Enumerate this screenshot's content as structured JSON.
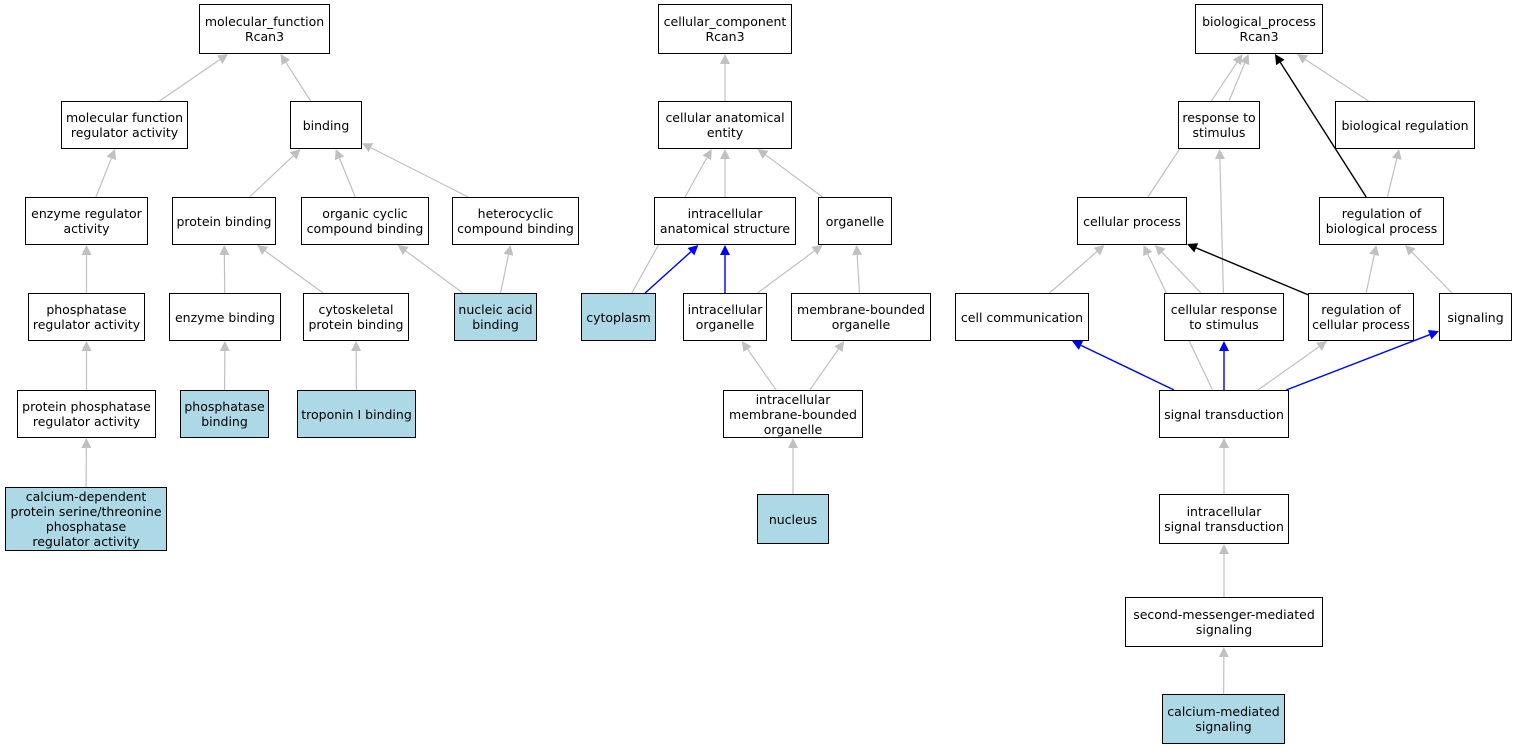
{
  "colors": {
    "highlight_fill": "#add8e6",
    "edge_default": "#c0c0c0",
    "edge_blue": "#0000ff",
    "edge_black": "#000000"
  },
  "nodes": [
    {
      "id": "mf",
      "label": "molecular_function\nRcan3",
      "hl": false
    },
    {
      "id": "mfra",
      "label": "molecular function\nregulator activity",
      "hl": false
    },
    {
      "id": "binding",
      "label": "binding",
      "hl": false
    },
    {
      "id": "era",
      "label": "enzyme regulator\nactivity",
      "hl": false
    },
    {
      "id": "pb",
      "label": "protein binding",
      "hl": false
    },
    {
      "id": "occb",
      "label": "organic cyclic\ncompound binding",
      "hl": false
    },
    {
      "id": "hcb",
      "label": "heterocyclic\ncompound binding",
      "hl": false
    },
    {
      "id": "pra",
      "label": "phosphatase\nregulator activity",
      "hl": false
    },
    {
      "id": "eb",
      "label": "enzyme binding",
      "hl": false
    },
    {
      "id": "cpb",
      "label": "cytoskeletal\nprotein binding",
      "hl": false
    },
    {
      "id": "nab",
      "label": "nucleic acid\nbinding",
      "hl": true
    },
    {
      "id": "ppra",
      "label": "protein phosphatase\nregulator activity",
      "hl": false
    },
    {
      "id": "phb",
      "label": "phosphatase\nbinding",
      "hl": true
    },
    {
      "id": "tib",
      "label": "troponin I binding",
      "hl": true
    },
    {
      "id": "cdra",
      "label": "calcium-dependent\nprotein serine/threonine\nphosphatase\nregulator activity",
      "hl": true
    },
    {
      "id": "cc",
      "label": "cellular_component\nRcan3",
      "hl": false
    },
    {
      "id": "cae",
      "label": "cellular anatomical\nentity",
      "hl": false
    },
    {
      "id": "ias",
      "label": "intracellular\nanatomical structure",
      "hl": false
    },
    {
      "id": "org",
      "label": "organelle",
      "hl": false
    },
    {
      "id": "cyto",
      "label": "cytoplasm",
      "hl": true
    },
    {
      "id": "io",
      "label": "intracellular\norganelle",
      "hl": false
    },
    {
      "id": "mbo",
      "label": "membrane-bounded\norganelle",
      "hl": false
    },
    {
      "id": "imbo",
      "label": "intracellular\nmembrane-bounded\norganelle",
      "hl": false
    },
    {
      "id": "nuc",
      "label": "nucleus",
      "hl": true
    },
    {
      "id": "bp",
      "label": "biological_process\nRcan3",
      "hl": false
    },
    {
      "id": "rts",
      "label": "response to\nstimulus",
      "hl": false
    },
    {
      "id": "br",
      "label": "biological regulation",
      "hl": false
    },
    {
      "id": "cp",
      "label": "cellular process",
      "hl": false
    },
    {
      "id": "rbp",
      "label": "regulation of\nbiological process",
      "hl": false
    },
    {
      "id": "ccom",
      "label": "cell communication",
      "hl": false
    },
    {
      "id": "crs",
      "label": "cellular response\nto stimulus",
      "hl": false
    },
    {
      "id": "rcp",
      "label": "regulation of\ncellular process",
      "hl": false
    },
    {
      "id": "sig",
      "label": "signaling",
      "hl": false
    },
    {
      "id": "st",
      "label": "signal transduction",
      "hl": false
    },
    {
      "id": "ist",
      "label": "intracellular\nsignal transduction",
      "hl": false
    },
    {
      "id": "smms",
      "label": "second-messenger-mediated\nsignaling",
      "hl": false
    },
    {
      "id": "cms",
      "label": "calcium-mediated\nsignaling",
      "hl": true
    }
  ],
  "edges": [
    {
      "from": "mfra",
      "to": "mf",
      "color": "gray"
    },
    {
      "from": "binding",
      "to": "mf",
      "color": "gray"
    },
    {
      "from": "era",
      "to": "mfra",
      "color": "gray"
    },
    {
      "from": "pb",
      "to": "binding",
      "color": "gray"
    },
    {
      "from": "occb",
      "to": "binding",
      "color": "gray"
    },
    {
      "from": "hcb",
      "to": "binding",
      "color": "gray"
    },
    {
      "from": "pra",
      "to": "era",
      "color": "gray"
    },
    {
      "from": "eb",
      "to": "pb",
      "color": "gray"
    },
    {
      "from": "cpb",
      "to": "pb",
      "color": "gray"
    },
    {
      "from": "nab",
      "to": "occb",
      "color": "gray"
    },
    {
      "from": "nab",
      "to": "hcb",
      "color": "gray"
    },
    {
      "from": "ppra",
      "to": "pra",
      "color": "gray"
    },
    {
      "from": "phb",
      "to": "eb",
      "color": "gray"
    },
    {
      "from": "tib",
      "to": "cpb",
      "color": "gray"
    },
    {
      "from": "cdra",
      "to": "ppra",
      "color": "gray"
    },
    {
      "from": "cae",
      "to": "cc",
      "color": "gray"
    },
    {
      "from": "ias",
      "to": "cae",
      "color": "gray"
    },
    {
      "from": "org",
      "to": "cae",
      "color": "gray"
    },
    {
      "from": "cyto",
      "to": "cae",
      "color": "gray"
    },
    {
      "from": "cyto",
      "to": "ias",
      "color": "blue"
    },
    {
      "from": "io",
      "to": "ias",
      "color": "blue"
    },
    {
      "from": "io",
      "to": "org",
      "color": "gray"
    },
    {
      "from": "mbo",
      "to": "org",
      "color": "gray"
    },
    {
      "from": "imbo",
      "to": "io",
      "color": "gray"
    },
    {
      "from": "imbo",
      "to": "mbo",
      "color": "gray"
    },
    {
      "from": "nuc",
      "to": "imbo",
      "color": "gray"
    },
    {
      "from": "rts",
      "to": "bp",
      "color": "gray"
    },
    {
      "from": "br",
      "to": "bp",
      "color": "gray"
    },
    {
      "from": "cp",
      "to": "bp",
      "color": "gray"
    },
    {
      "from": "rbp",
      "to": "bp",
      "color": "black"
    },
    {
      "from": "rbp",
      "to": "br",
      "color": "gray"
    },
    {
      "from": "crs",
      "to": "rts",
      "color": "gray"
    },
    {
      "from": "crs",
      "to": "cp",
      "color": "gray"
    },
    {
      "from": "ccom",
      "to": "cp",
      "color": "gray"
    },
    {
      "from": "rcp",
      "to": "cp",
      "color": "black"
    },
    {
      "from": "rcp",
      "to": "rbp",
      "color": "gray"
    },
    {
      "from": "sig",
      "to": "rbp",
      "color": "gray"
    },
    {
      "from": "st",
      "to": "cp",
      "color": "gray"
    },
    {
      "from": "st",
      "to": "ccom",
      "color": "blue"
    },
    {
      "from": "st",
      "to": "crs",
      "color": "blue"
    },
    {
      "from": "st",
      "to": "rcp",
      "color": "gray"
    },
    {
      "from": "st",
      "to": "sig",
      "color": "blue"
    },
    {
      "from": "ist",
      "to": "st",
      "color": "gray"
    },
    {
      "from": "smms",
      "to": "ist",
      "color": "gray"
    },
    {
      "from": "cms",
      "to": "smms",
      "color": "gray"
    }
  ]
}
